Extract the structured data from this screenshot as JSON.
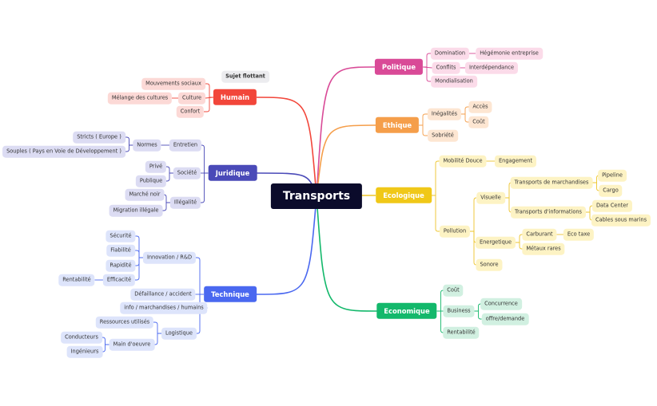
{
  "central_topic": "Transports",
  "floating_topic": "Sujet flottant",
  "colors": {
    "root_bg": "#0b0b2b",
    "Politique": {
      "main": "#d94a97",
      "sub": "#fbdbe9",
      "line": "#d94a97"
    },
    "Ethique": {
      "main": "#f59e4a",
      "sub": "#fde6d2",
      "line": "#f59e4a"
    },
    "Ecologique": {
      "main": "#f0c818",
      "sub": "#fdf3c4",
      "line": "#eec52b"
    },
    "Economique": {
      "main": "#13b86b",
      "sub": "#d1f0e1",
      "line": "#13b86b"
    },
    "Humain": {
      "main": "#f2463a",
      "sub": "#fcd9d6",
      "line": "#f2463a"
    },
    "Juridique": {
      "main": "#4a4ab8",
      "sub": "#dcdcf3",
      "line": "#4a4ab8"
    },
    "Technique": {
      "main": "#4a68f0",
      "sub": "#dde4fb",
      "line": "#4a68f0"
    }
  },
  "branches": {
    "Politique": {
      "label": "Politique",
      "nodes": [
        "Domination",
        "Hégémonie entreprise",
        "Conflits",
        "Interdépendance",
        "Mondialisation"
      ]
    },
    "Ethique": {
      "label": "Ethique",
      "nodes": [
        "Inégalités",
        "Accès",
        "Coût",
        "Sobriété"
      ]
    },
    "Ecologique": {
      "label": "Ecologique",
      "nodes": [
        "Mobilité Douce",
        "Engagement",
        "Pollution",
        "Visuelle",
        "Transports de marchandises",
        "Pipeline",
        "Cargo",
        "Transports d'informations",
        "Data Center",
        "Cables sous marins",
        "Energetique",
        "Carburant",
        "Eco taxe",
        "Métaux rares",
        "Sonore"
      ]
    },
    "Economique": {
      "label": "Economique",
      "nodes": [
        "Coût",
        "Business",
        "Concurrence",
        "offre/demande",
        "Rentabilité"
      ]
    },
    "Humain": {
      "label": "Humain",
      "nodes": [
        "Mouvements sociaux",
        "Culture",
        "Mélange des cultures",
        "Confort"
      ]
    },
    "Juridique": {
      "label": "Juridique",
      "nodes": [
        "Entretien",
        "Normes",
        "Stricts ( Europe )",
        "Souples ( Pays en Voie de Développement )",
        "Société",
        "Privé",
        "Publique",
        "Illégalité",
        "Marché noir",
        "Migration illégale"
      ]
    },
    "Technique": {
      "label": "Technique",
      "nodes": [
        "Innovation / R&D",
        "Sécurité",
        "Fiabilité",
        "Rapidité",
        "Efficacité",
        "Rentabilité",
        "Défaillance / accident",
        "info / marchandises / humains",
        "Logistique",
        "Ressources utilisés",
        "Main d'oeuvre",
        "Conducteurs",
        "Ingénieurs"
      ]
    }
  }
}
